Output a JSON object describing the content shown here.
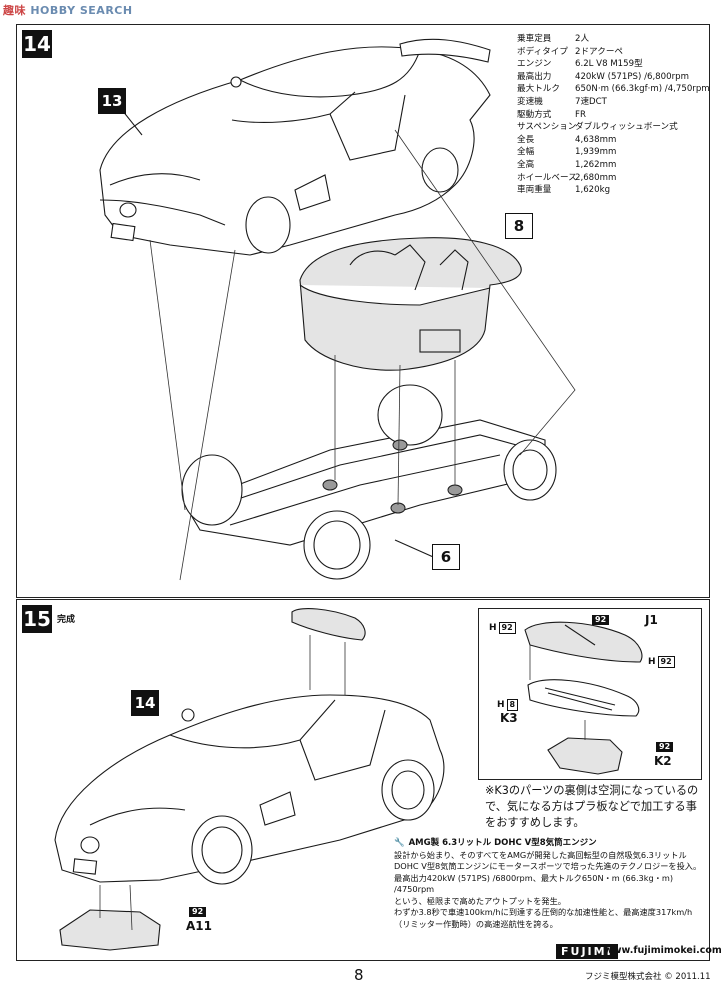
{
  "watermark": "HOBBY SEARCH",
  "step14": {
    "number": "14",
    "callouts": {
      "body": "13",
      "interior": "8",
      "chassis": "6"
    },
    "specs": [
      {
        "k": "乗車定員",
        "v": "2人"
      },
      {
        "k": "ボディタイプ",
        "v": "2ドアクーペ"
      },
      {
        "k": "エンジン",
        "v": "6.2L V8 M159型"
      },
      {
        "k": "最高出力",
        "v": "420kW (571PS) /6,800rpm"
      },
      {
        "k": "最大トルク",
        "v": "650N·m (66.3kgf·m) /4,750rpm"
      },
      {
        "k": "変速機",
        "v": "7速DCT"
      },
      {
        "k": "駆動方式",
        "v": "FR"
      },
      {
        "k": "サスペンション",
        "v": "ダブルウィッシュボーン式"
      },
      {
        "k": "全長",
        "v": "4,638mm"
      },
      {
        "k": "全幅",
        "v": "1,939mm"
      },
      {
        "k": "全高",
        "v": "1,262mm"
      },
      {
        "k": "ホイールベース",
        "v": "2,680mm"
      },
      {
        "k": "車両重量",
        "v": "1,620kg"
      }
    ]
  },
  "step15": {
    "number": "15",
    "label": "完成",
    "callouts": {
      "car": "14"
    },
    "parts": {
      "j1": "J1",
      "k3": "K3",
      "k2": "K2",
      "a11": "A11",
      "h": "H",
      "h92": "92",
      "h8": "8",
      "d92": "92"
    },
    "note": "※K3のパーツの裏側は空洞になっているので、気になる方はプラ板などで加工する事をおすすめします。",
    "engine_title": "AMG製 6.3リットル DOHC V型8気筒エンジン",
    "engine_text": [
      "設計から始まり、そのすべてをAMGが開発した高回転型の自然吸気6.3リットル",
      "DOHC V型8気筒エンジンにモータースポーツで培った先進のテクノロジーを投入。",
      "最高出力420kW (571PS) /6800rpm、最大トルク650N・m (66.3kg・m) /4750rpm",
      "という、極限まで高めたアウトプットを発生。",
      "わずか3.8秒で車速100km/hに到達する圧倒的な加速性能と、最高速度317km/h",
      "（リミッター作動時）の高速巡航性を誇る。"
    ]
  },
  "footer": {
    "page": "8",
    "brand": "FUJIMI",
    "url": "www.fujimimokei.com",
    "copyright": "フジミ模型株式会社 © 2011.11"
  }
}
